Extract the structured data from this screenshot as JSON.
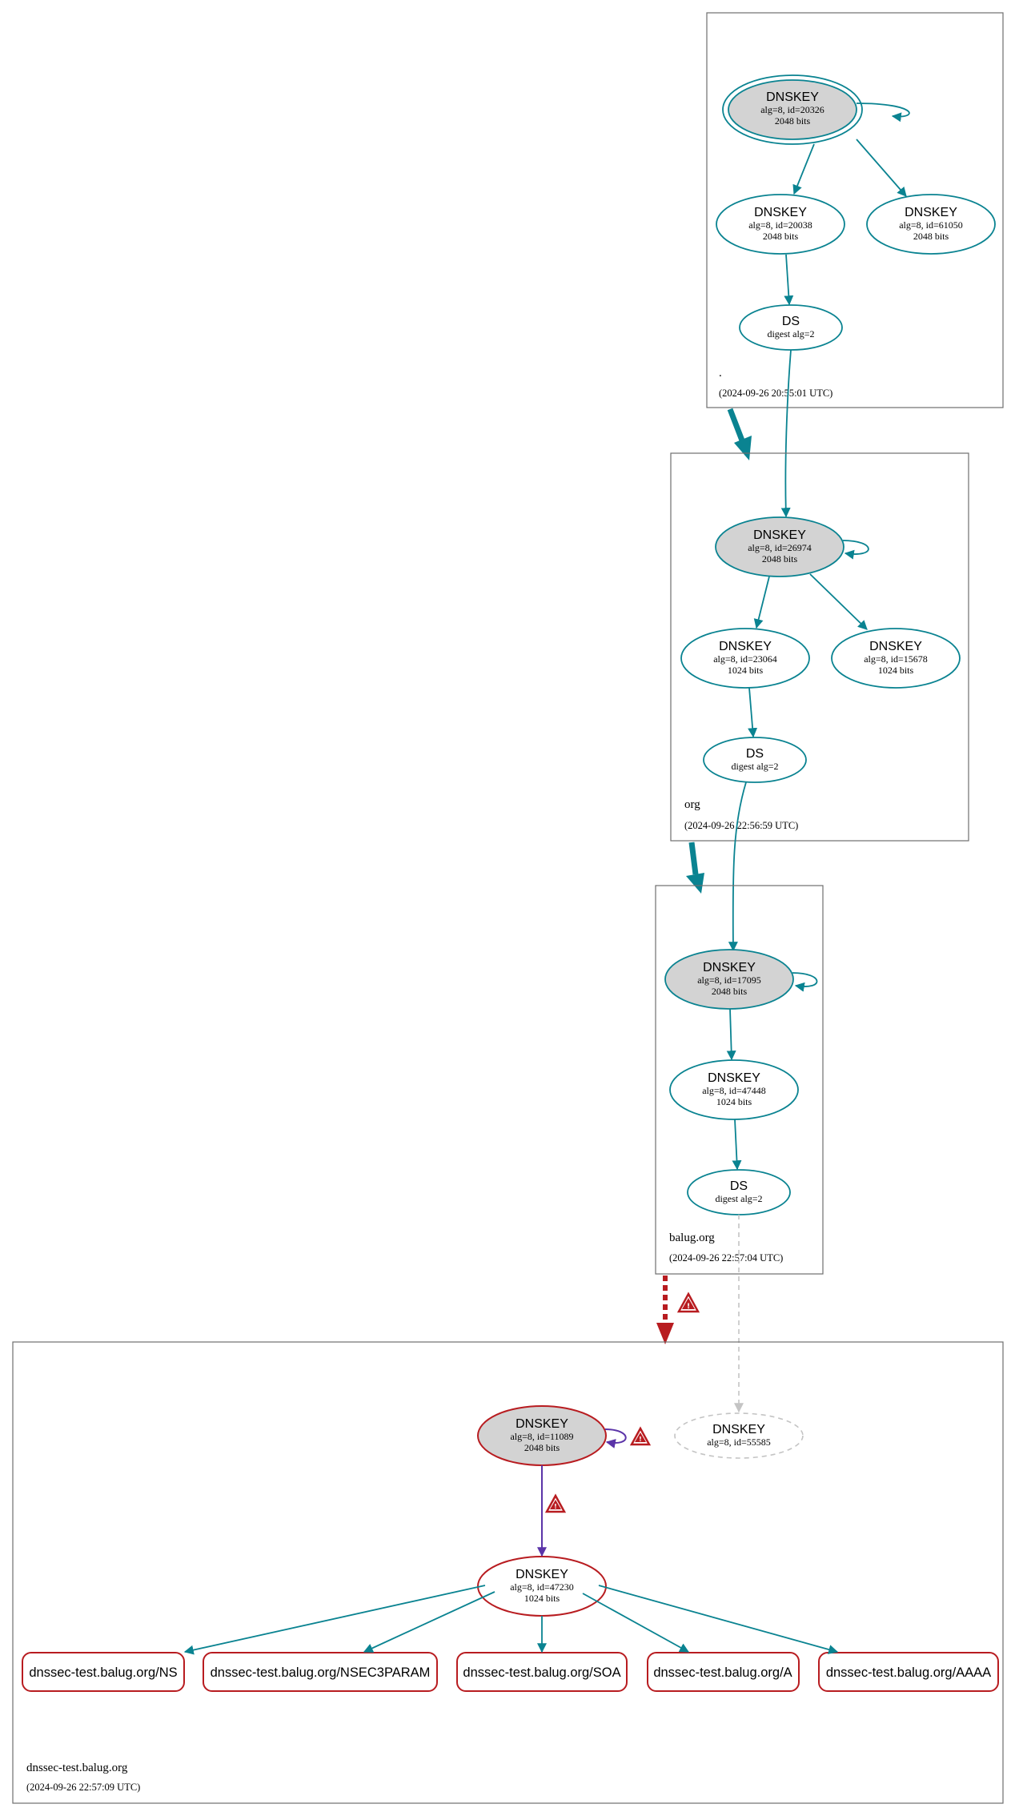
{
  "colors": {
    "secure": "#0a8391",
    "bogus": "#b81c20",
    "sep": "#5b34a8",
    "insecure": "#c4c4c4",
    "ksk_fill": "#d3d3d3"
  },
  "zones": {
    "root": {
      "name": ".",
      "time": "(2024-09-26 20:55:01 UTC)",
      "ksk": {
        "type": "DNSKEY",
        "detail": "alg=8, id=20326",
        "bits": "2048 bits"
      },
      "zsk1": {
        "type": "DNSKEY",
        "detail": "alg=8, id=20038",
        "bits": "2048 bits"
      },
      "zsk2": {
        "type": "DNSKEY",
        "detail": "alg=8, id=61050",
        "bits": "2048 bits"
      },
      "ds": {
        "type": "DS",
        "detail": "digest alg=2"
      }
    },
    "org": {
      "name": "org",
      "time": "(2024-09-26 22:56:59 UTC)",
      "ksk": {
        "type": "DNSKEY",
        "detail": "alg=8, id=26974",
        "bits": "2048 bits"
      },
      "zsk1": {
        "type": "DNSKEY",
        "detail": "alg=8, id=23064",
        "bits": "1024 bits"
      },
      "zsk2": {
        "type": "DNSKEY",
        "detail": "alg=8, id=15678",
        "bits": "1024 bits"
      },
      "ds": {
        "type": "DS",
        "detail": "digest alg=2"
      }
    },
    "balug": {
      "name": "balug.org",
      "time": "(2024-09-26 22:57:04 UTC)",
      "ksk": {
        "type": "DNSKEY",
        "detail": "alg=8, id=17095",
        "bits": "2048 bits"
      },
      "zsk": {
        "type": "DNSKEY",
        "detail": "alg=8, id=47448",
        "bits": "1024 bits"
      },
      "ds": {
        "type": "DS",
        "detail": "digest alg=2"
      }
    },
    "test": {
      "name": "dnssec-test.balug.org",
      "time": "(2024-09-26 22:57:09 UTC)",
      "ksk": {
        "type": "DNSKEY",
        "detail": "alg=8, id=11089",
        "bits": "2048 bits"
      },
      "missing": {
        "type": "DNSKEY",
        "detail": "alg=8, id=55585"
      },
      "zsk": {
        "type": "DNSKEY",
        "detail": "alg=8, id=47230",
        "bits": "1024 bits"
      },
      "rrsets": [
        "dnssec-test.balug.org/NS",
        "dnssec-test.balug.org/NSEC3PARAM",
        "dnssec-test.balug.org/SOA",
        "dnssec-test.balug.org/A",
        "dnssec-test.balug.org/AAAA"
      ]
    }
  }
}
